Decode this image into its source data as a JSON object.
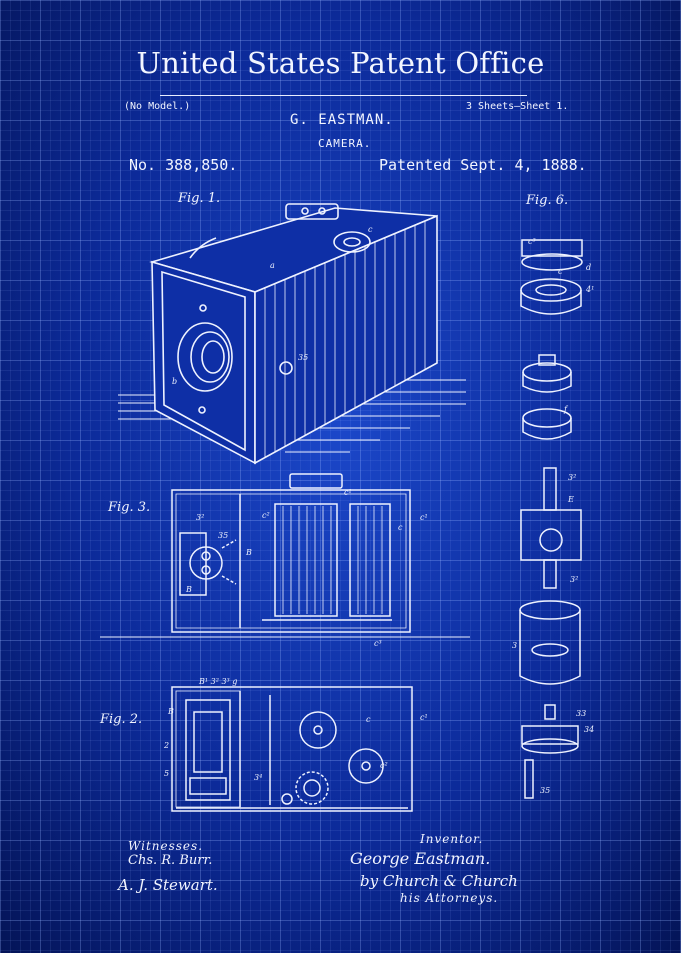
{
  "header": {
    "title": "United States Patent Office",
    "no_model": "(No Model.)",
    "sheets": "3 Sheets—Sheet 1.",
    "inventor_name": "G. EASTMAN.",
    "invention": "CAMERA.",
    "patent_number": "No. 388,850.",
    "patent_date": "Patented Sept. 4, 1888."
  },
  "figures": {
    "fig1": "Fig. 1.",
    "fig2": "Fig. 2.",
    "fig3": "Fig. 3.",
    "fig6": "Fig. 6."
  },
  "footer": {
    "witnesses_label": "Witnesses.",
    "witness1": "Chs. R. Burr.",
    "witness2": "A. J. Stewart.",
    "inventor_label": "Inventor.",
    "inventor_signature": "George Eastman.",
    "attorneys_signature": "by Church & Church",
    "attorneys_label": "his Attorneys."
  },
  "colors": {
    "background": "#0c2a99",
    "ink": "#f2f5ff"
  }
}
